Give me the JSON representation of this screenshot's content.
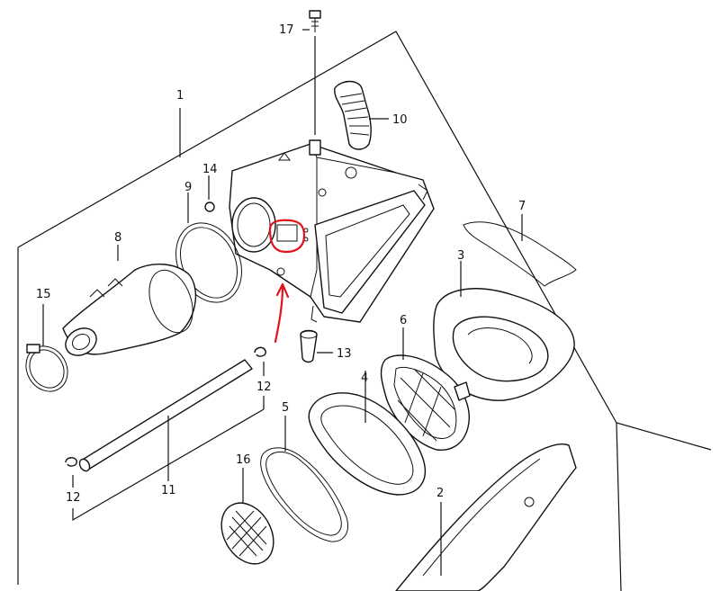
{
  "callouts": {
    "p1": "1",
    "p2": "2",
    "p3": "3",
    "p4": "4",
    "p5": "5",
    "p6": "6",
    "p7": "7",
    "p8": "8",
    "p9": "9",
    "p10": "10",
    "p11": "11",
    "p12a": "12",
    "p12b": "12",
    "p13": "13",
    "p14": "14",
    "p15": "15",
    "p16": "16",
    "p17": "17"
  },
  "colors": {
    "ink": "#111111",
    "annotation": "#e0141b",
    "background": "#ffffff"
  }
}
